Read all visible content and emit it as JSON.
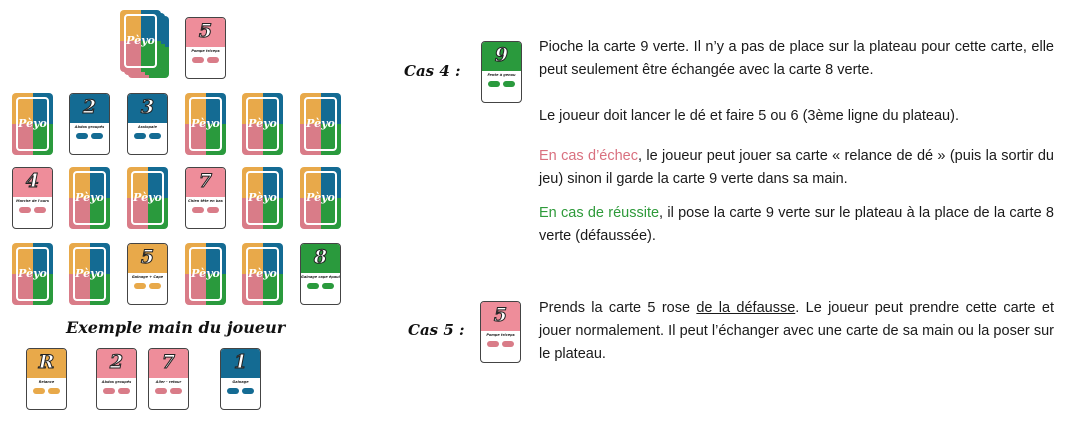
{
  "colors": {
    "orange": "#e8a94a",
    "blue": "#146b93",
    "pink": "#d97c88",
    "green": "#2a9a3d",
    "pink_top": "#ee8d9a"
  },
  "back_logo": "Pèyo",
  "board_cards": [
    {
      "type": "face",
      "color": "pink",
      "number": "5",
      "name": "Pompe triceps"
    },
    {
      "type": "back"
    },
    {
      "type": "face",
      "color": "blue",
      "number": "2",
      "name": "Abdos groupés"
    },
    {
      "type": "face",
      "color": "blue",
      "number": "3",
      "name": "Assiopale"
    },
    {
      "type": "back"
    },
    {
      "type": "back"
    },
    {
      "type": "back"
    },
    {
      "type": "face",
      "color": "pink",
      "number": "4",
      "name": "Marche de l'ours"
    },
    {
      "type": "back"
    },
    {
      "type": "back"
    },
    {
      "type": "face",
      "color": "pink",
      "number": "7",
      "name": "Chien tête en bas"
    },
    {
      "type": "back"
    },
    {
      "type": "back"
    },
    {
      "type": "back"
    },
    {
      "type": "back"
    },
    {
      "type": "face",
      "color": "orange",
      "number": "5",
      "name": "Gainage + Cape"
    },
    {
      "type": "back"
    },
    {
      "type": "back"
    },
    {
      "type": "face",
      "color": "green",
      "number": "8",
      "name": "Gainage cape épaule"
    }
  ],
  "hand_title": "Exemple main du joueur",
  "hand_cards": [
    {
      "type": "face",
      "color": "orange",
      "number": "R",
      "name": "Relance"
    },
    {
      "type": "face",
      "color": "pink",
      "number": "2",
      "name": "Abdos groupés"
    },
    {
      "type": "face",
      "color": "pink",
      "number": "7",
      "name": "Aller - retour"
    },
    {
      "type": "face",
      "color": "blue",
      "number": "1",
      "name": "Gainage"
    }
  ],
  "cas4": {
    "label": "Cas 4 :",
    "card": {
      "type": "face",
      "color": "green",
      "number": "9",
      "name": "Fente à genou"
    },
    "p1": "Pioche la carte 9 verte. Il n’y a pas de place sur la plateau pour cette carte, elle peut seulement être échangée avec la carte 8 verte.",
    "p2": "Le joueur doit lancer le dé et faire 5 ou 6 (3ème ligne du plateau).",
    "p3_colored": "En cas d’échec",
    "p3_rest": ", le joueur peut jouer sa carte « relance de dé » (puis la sortir du jeu) sinon il garde la carte 9 verte dans sa main.",
    "p4_colored": "En cas de réussite",
    "p4_rest": ", il pose la carte 9 verte sur le plateau à la place de la carte 8 verte (défaussée)."
  },
  "cas5": {
    "label": "Cas 5 :",
    "card": {
      "type": "face",
      "color": "pink",
      "number": "5",
      "name": "Pompe triceps"
    },
    "p1_a": "Prends la carte 5 rose ",
    "p1_u": "de la défausse",
    "p1_b": ". Le joueur peut prendre cette carte et jouer normalement. Il peut l’échanger avec une carte de sa main ou la poser sur le plateau."
  }
}
